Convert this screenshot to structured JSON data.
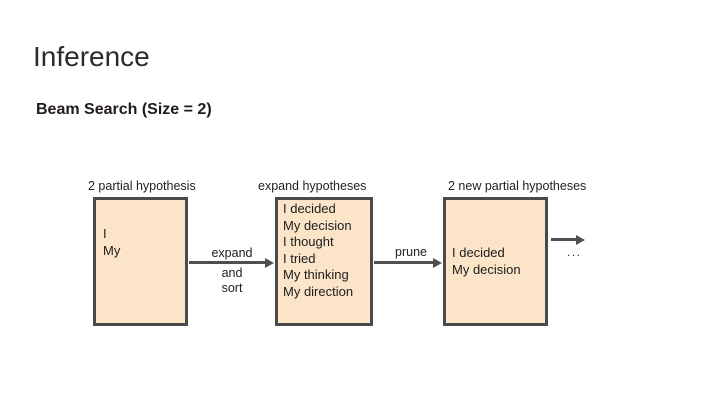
{
  "slide": {
    "title": "Inference",
    "subtitle": "Beam Search (Size = 2)"
  },
  "diagram": {
    "stage_labels": [
      "2 partial hypothesis",
      "expand hypotheses",
      "2 new partial hypotheses"
    ],
    "boxes": [
      {
        "lines": [
          "I",
          "My"
        ]
      },
      {
        "lines": [
          "I decided",
          "My decision",
          "I thought",
          "I tried",
          "My thinking",
          "My direction"
        ]
      },
      {
        "lines": [
          "I decided",
          "My decision"
        ]
      }
    ],
    "arrow_labels": {
      "expand_line1": "expand",
      "expand_line2": "and",
      "expand_line3": "sort",
      "prune": "prune"
    },
    "ellipsis": "...",
    "colors": {
      "box_fill": "#fbe4c8",
      "box_border": "#4a4a4a",
      "arrow": "#4f4f4f",
      "text": "#1f1f1f"
    }
  }
}
